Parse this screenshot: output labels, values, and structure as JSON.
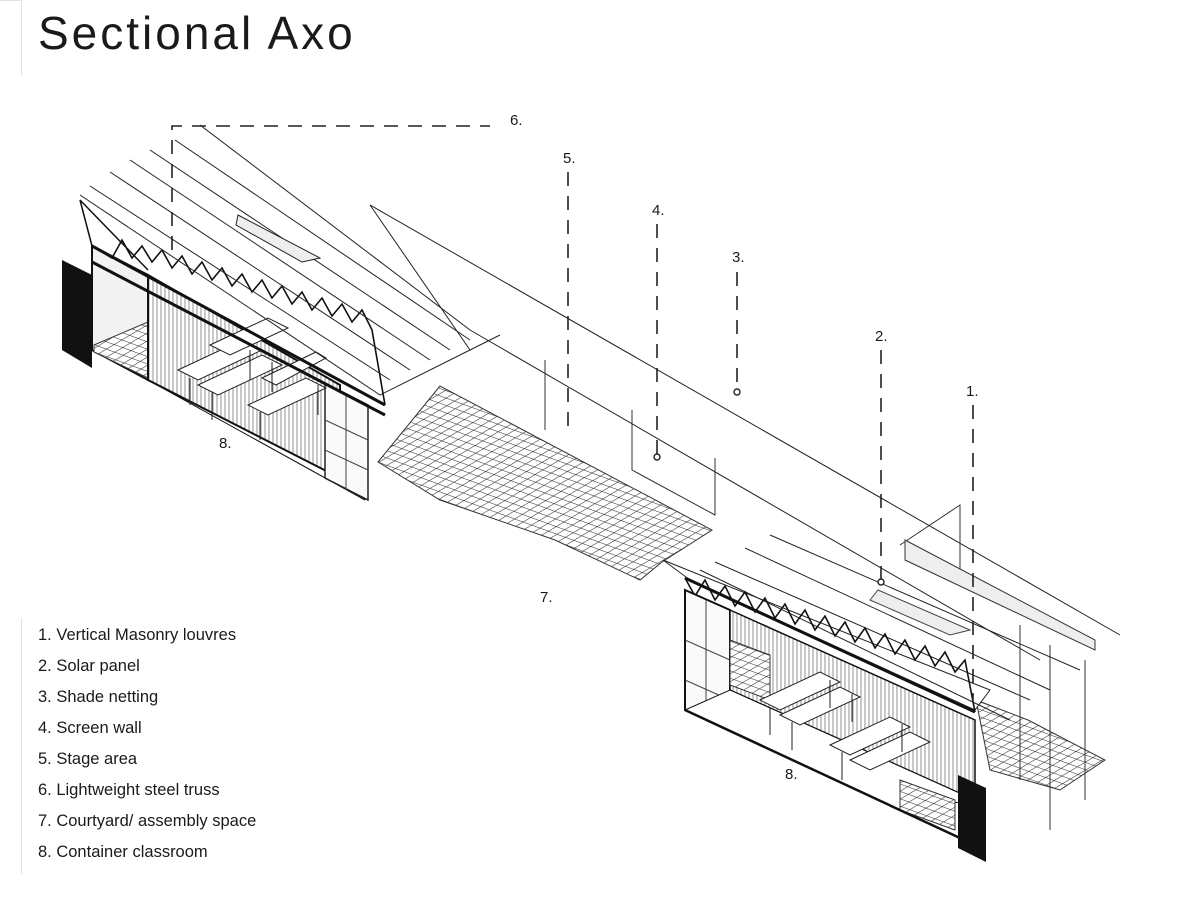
{
  "title": "Sectional Axo",
  "callouts": [
    {
      "label": "1."
    },
    {
      "label": "2."
    },
    {
      "label": "3."
    },
    {
      "label": "4."
    },
    {
      "label": "5."
    },
    {
      "label": "6."
    },
    {
      "label": "7."
    },
    {
      "label": "8."
    },
    {
      "label": "8."
    }
  ],
  "legend": [
    {
      "text": "1.  Vertical Masonry louvres"
    },
    {
      "text": "2. Solar panel"
    },
    {
      "text": "3. Shade netting"
    },
    {
      "text": "4. Screen wall"
    },
    {
      "text": "5. Stage area"
    },
    {
      "text": "6. Lightweight steel truss"
    },
    {
      "text": "7. Courtyard/ assembly space"
    },
    {
      "text": "8. Container classroom"
    }
  ],
  "colors": {
    "ink": "#1a1a1a",
    "wall": "#111111",
    "glazing": "#eeeeee",
    "frame": "#e3e3e3"
  }
}
